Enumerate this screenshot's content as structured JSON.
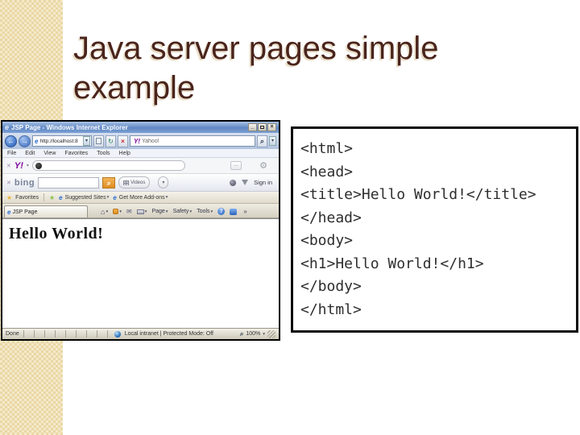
{
  "slide": {
    "title": {
      "line1": "Java server pages simple",
      "line2": "example",
      "color": "#4a241c"
    },
    "sidebar_color": "#ead7a4"
  },
  "browser": {
    "title_bar": {
      "title": "JSP Page - Windows Internet Explorer"
    },
    "address_bar": {
      "url": "http://localhost:8",
      "search_text": "Yahoo!"
    },
    "menu_bar": [
      "File",
      "Edit",
      "View",
      "Favorites",
      "Tools",
      "Help"
    ],
    "yahoo_toolbar": {
      "logo": "Y!"
    },
    "bing_toolbar": {
      "logo": "bing",
      "videos": "Videos",
      "sign_in": "Sign in"
    },
    "favorites_bar": {
      "favorites": "Favorites",
      "suggested_sites": "Suggested Sites",
      "get_addons": "Get More Add-ons"
    },
    "tabs": {
      "active": "JSP Page"
    },
    "command_bar": {
      "page": "Page",
      "safety": "Safety",
      "tools": "Tools"
    },
    "content": {
      "heading": "Hello World!"
    },
    "status_bar": {
      "state": "Done",
      "zone": "Local intranet | Protected Mode: Off",
      "zoom": "100%"
    }
  },
  "code_panel": {
    "lines": [
      "<html>",
      "<head>",
      "<title>Hello World!</title>",
      "</head>",
      "<body>",
      "<h1>Hello World!</h1>",
      "</body>",
      "</html>"
    ]
  },
  "icons": {
    "ie_logo": "e",
    "back": "←",
    "forward": "→",
    "refresh": "↻",
    "stop": "×",
    "dropdown": "▾",
    "search": "⌕",
    "star": "★",
    "home": "⌂",
    "mail": "✉",
    "gear": "⚙",
    "help": "?",
    "overflow": "»",
    "minimize": "_",
    "close": "×",
    "toolbar_close": "✕",
    "ellipsis": "…",
    "pipe": "|"
  }
}
